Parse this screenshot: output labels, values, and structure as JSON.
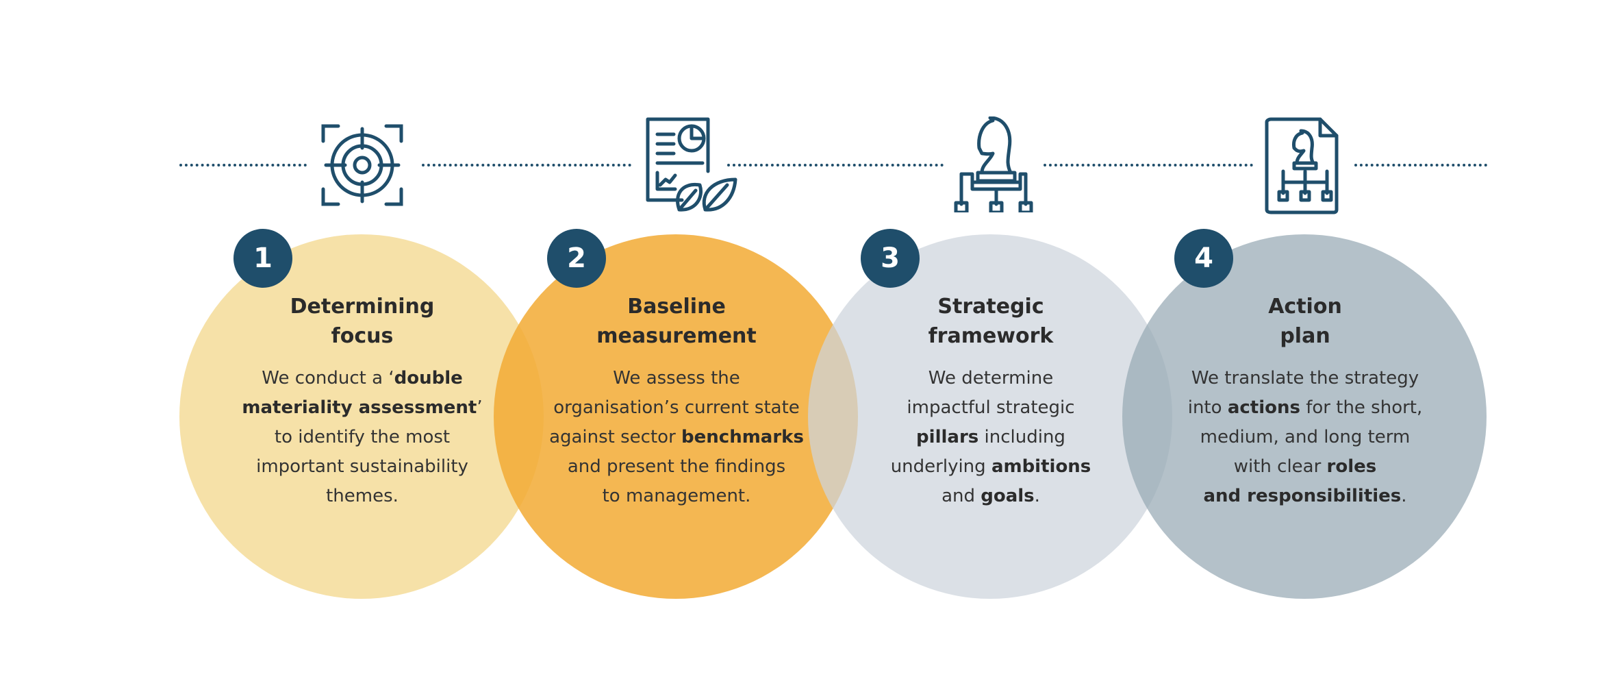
{
  "colors": {
    "navy": "#1f4e6b",
    "step1": "#f3d98f",
    "step2": "#f2ab36",
    "step3": "#d5dbe2",
    "step4": "#a7b6c0"
  },
  "steps": [
    {
      "number": "1",
      "title_line1": "Determining",
      "title_line2": "focus",
      "icon": "target-icon",
      "desc": [
        [
          {
            "t": "We conduct a ‘"
          },
          {
            "t": "double",
            "b": true
          }
        ],
        [
          {
            "t": "materiality assessment",
            "b": true
          },
          {
            "t": "’"
          }
        ],
        [
          {
            "t": "to identify the most"
          }
        ],
        [
          {
            "t": "important sustainability"
          }
        ],
        [
          {
            "t": "themes."
          }
        ]
      ]
    },
    {
      "number": "2",
      "title_line1": "Baseline",
      "title_line2": "measurement",
      "icon": "report-leaf-icon",
      "desc": [
        [
          {
            "t": "We assess the"
          }
        ],
        [
          {
            "t": "organisation’s current state"
          }
        ],
        [
          {
            "t": "against sector "
          },
          {
            "t": "benchmarks",
            "b": true
          }
        ],
        [
          {
            "t": "and present the findings"
          }
        ],
        [
          {
            "t": "to management."
          }
        ]
      ]
    },
    {
      "number": "3",
      "title_line1": "Strategic",
      "title_line2": "framework",
      "icon": "chess-knight-hierarchy-icon",
      "desc": [
        [
          {
            "t": "We determine"
          }
        ],
        [
          {
            "t": "impactful strategic"
          }
        ],
        [
          {
            "t": "pillars",
            "b": true
          },
          {
            "t": " including"
          }
        ],
        [
          {
            "t": "underlying "
          },
          {
            "t": "ambitions",
            "b": true
          }
        ],
        [
          {
            "t": "and "
          },
          {
            "t": "goals",
            "b": true
          },
          {
            "t": "."
          }
        ]
      ]
    },
    {
      "number": "4",
      "title_line1": "Action",
      "title_line2": "plan",
      "icon": "document-chess-plan-icon",
      "desc": [
        [
          {
            "t": "We translate the strategy"
          }
        ],
        [
          {
            "t": "into "
          },
          {
            "t": "actions",
            "b": true
          },
          {
            "t": " for the short,"
          }
        ],
        [
          {
            "t": "medium, and long term"
          }
        ],
        [
          {
            "t": "with clear "
          },
          {
            "t": "roles",
            "b": true
          }
        ],
        [
          {
            "t": "and responsibilities",
            "b": true
          },
          {
            "t": "."
          }
        ]
      ]
    }
  ]
}
